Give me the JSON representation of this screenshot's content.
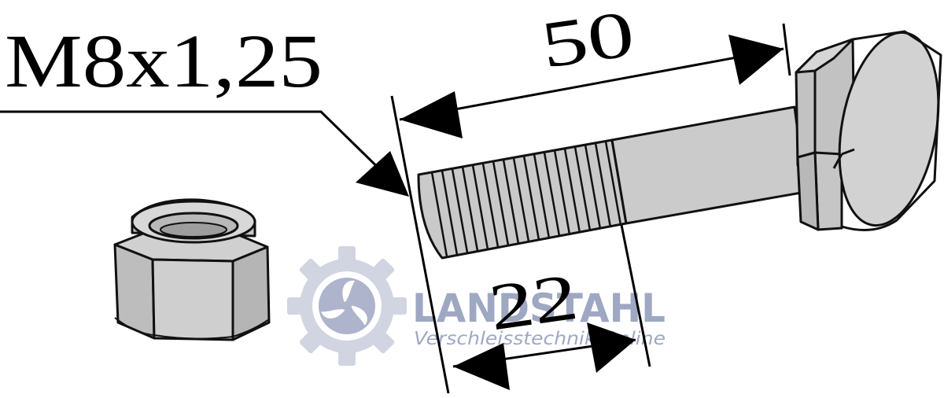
{
  "part": {
    "thread_spec": "M8x1,25",
    "length_dimension": "50",
    "thread_length_dimension": "22"
  },
  "watermark": {
    "brand": "LANDSTAHL",
    "tagline": "Verschleisstechnik Online"
  },
  "colors": {
    "steel_fill": "#c9c9c9",
    "steel_dark": "#b4b4b4",
    "outline": "#111111",
    "watermark_logo": "#c9cedd",
    "watermark_text": "#8f9ab8"
  },
  "icons": [
    "gear-logo-icon"
  ]
}
